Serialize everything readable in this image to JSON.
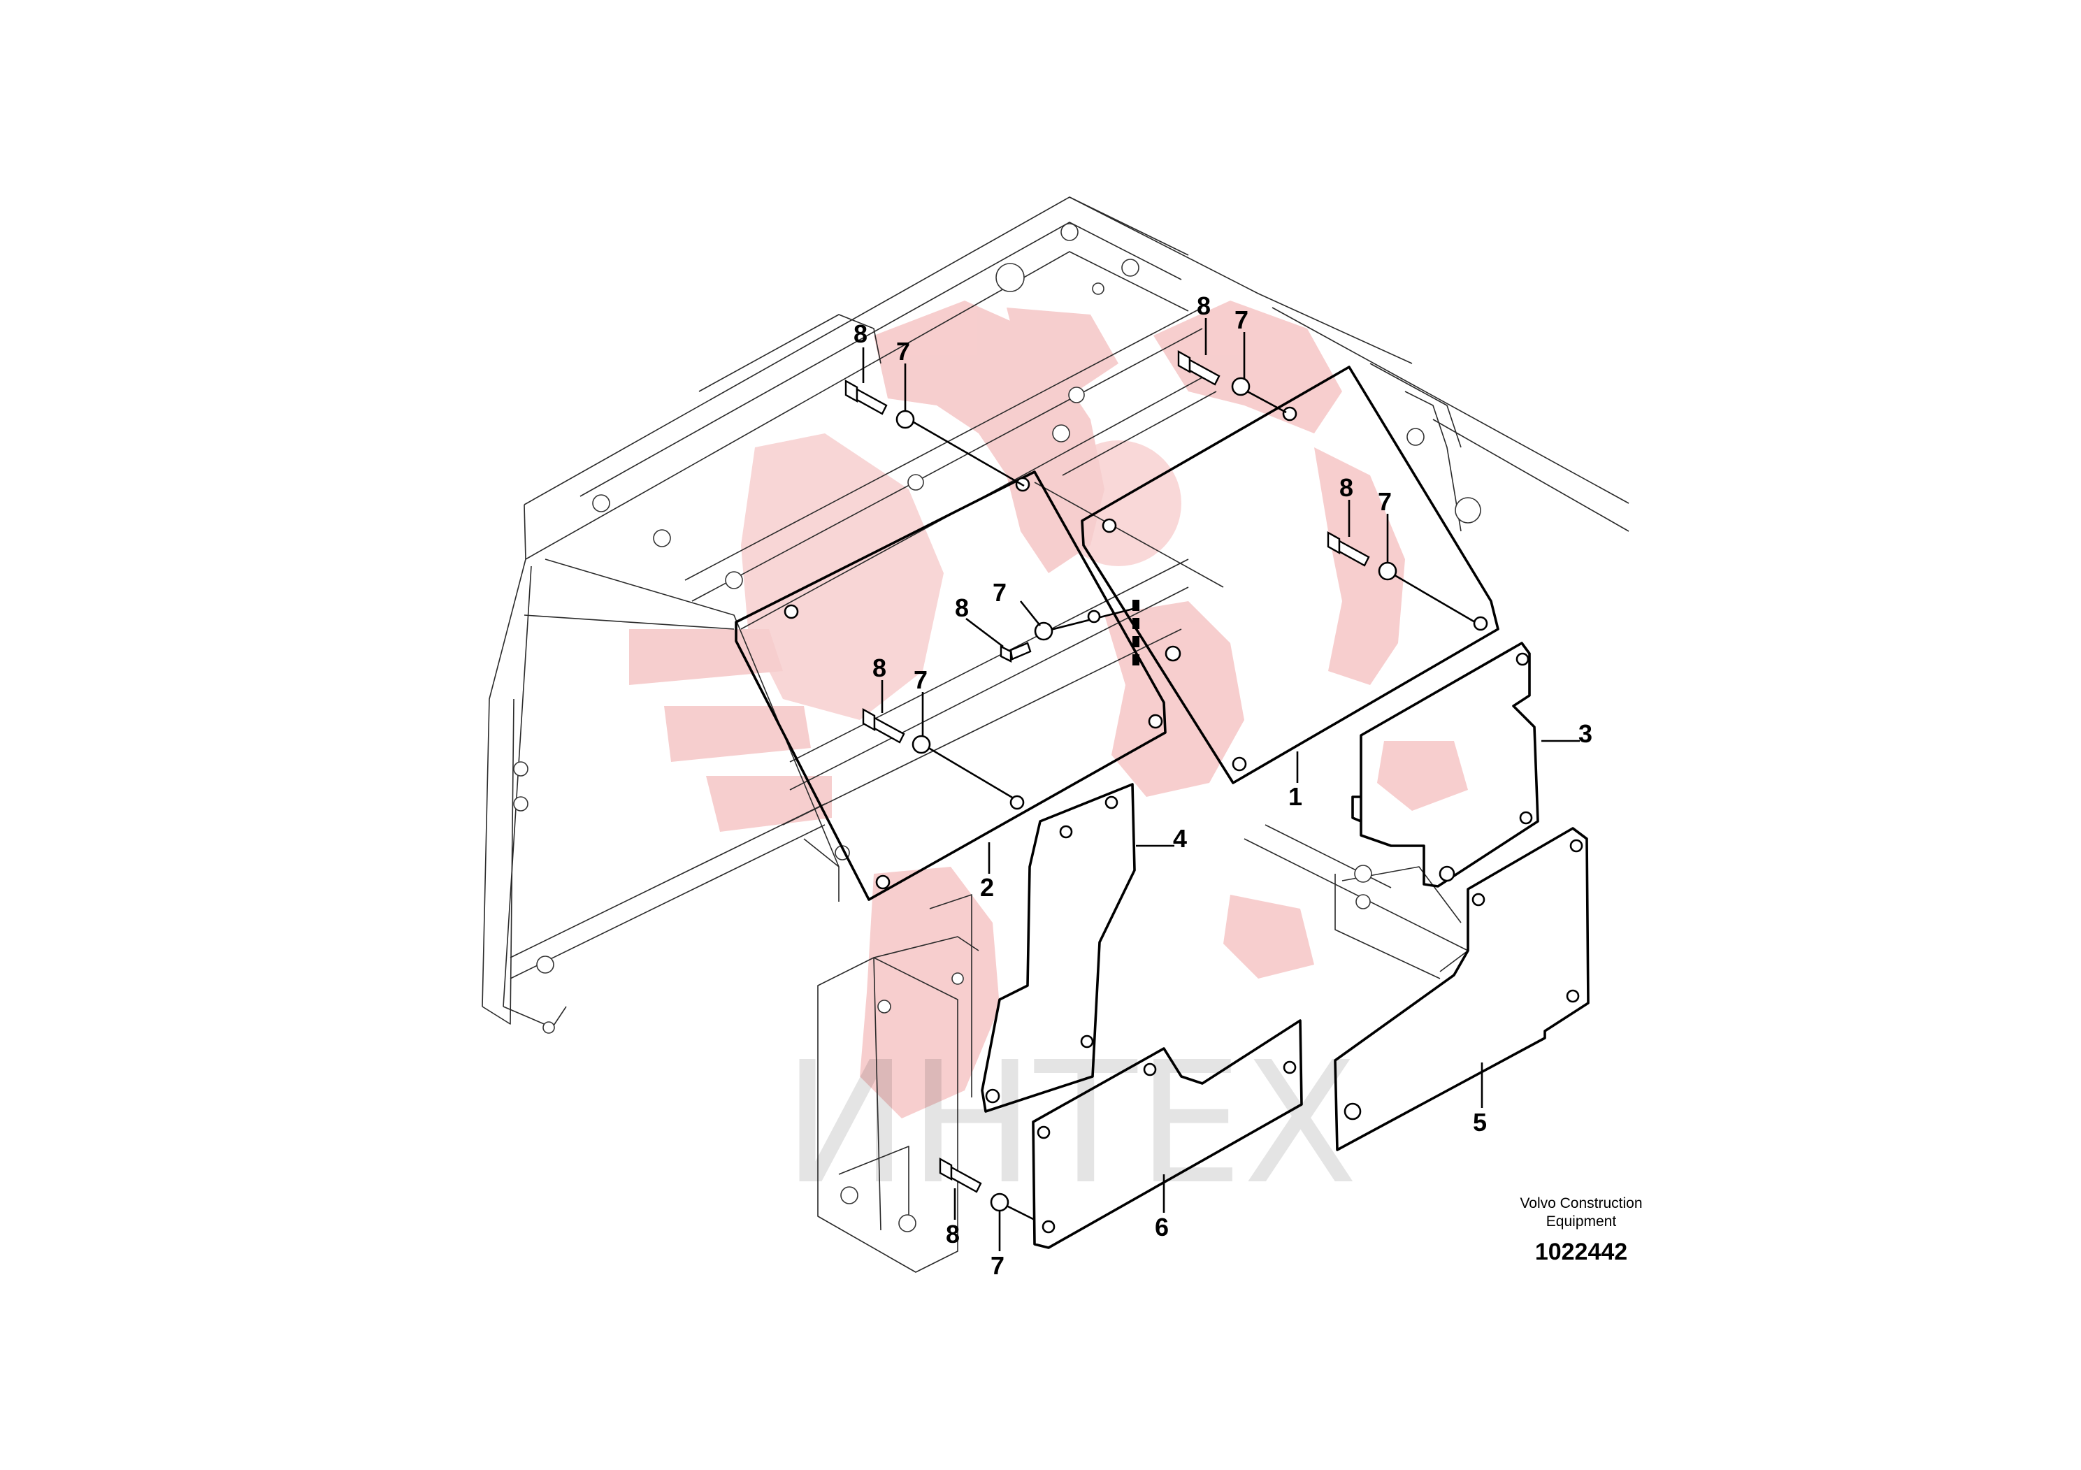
{
  "colors": {
    "watermark_emblem": "#f6c9c9",
    "watermark_text": "#e3e3e3",
    "line": "#000000"
  },
  "watermark": {
    "text": "ИНТЕХ"
  },
  "callouts": {
    "item_1": "1",
    "item_2": "2",
    "item_3": "3",
    "item_4": "4",
    "item_5": "5",
    "item_6": "6",
    "item_7": "7",
    "item_8": "8"
  },
  "caption": {
    "line1": "Volvo Construction",
    "line2": "Equipment",
    "part_number": "1022442"
  }
}
